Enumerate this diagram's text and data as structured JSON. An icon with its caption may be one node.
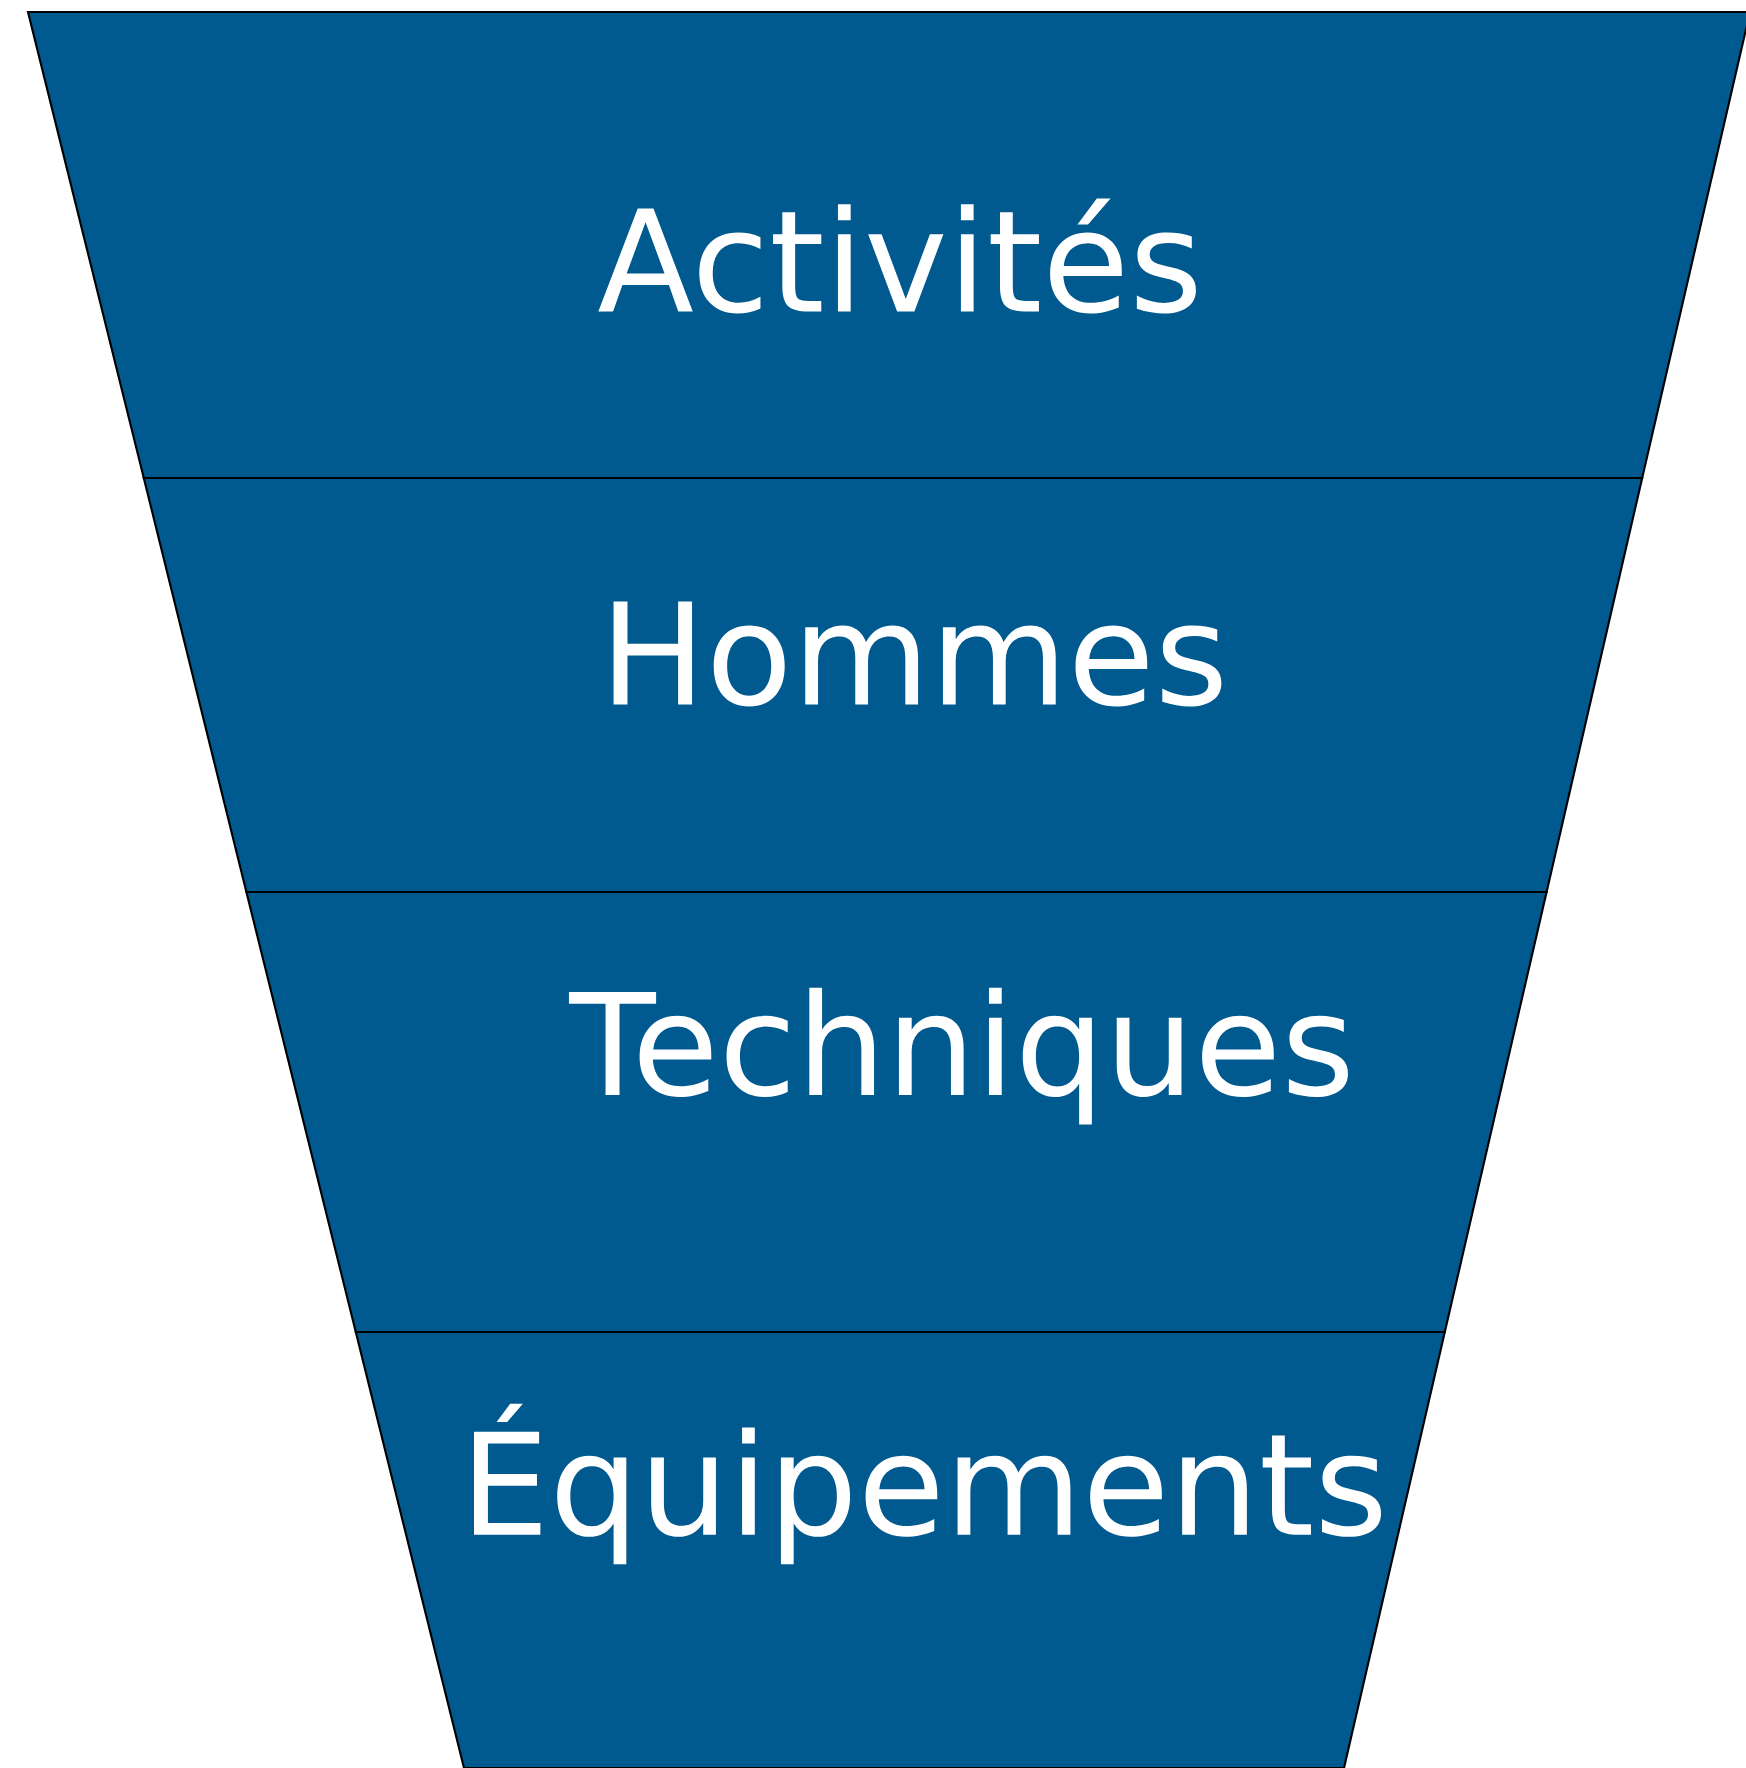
{
  "diagram": {
    "nodes": [
      {
        "text": [
          "Activités"
        ]
      },
      {
        "text": [
          "Hommes"
        ]
      },
      {
        "text": [
          "Techniques"
        ]
      },
      {
        "text": [
          "Équipements"
        ]
      }
    ]
  }
}
